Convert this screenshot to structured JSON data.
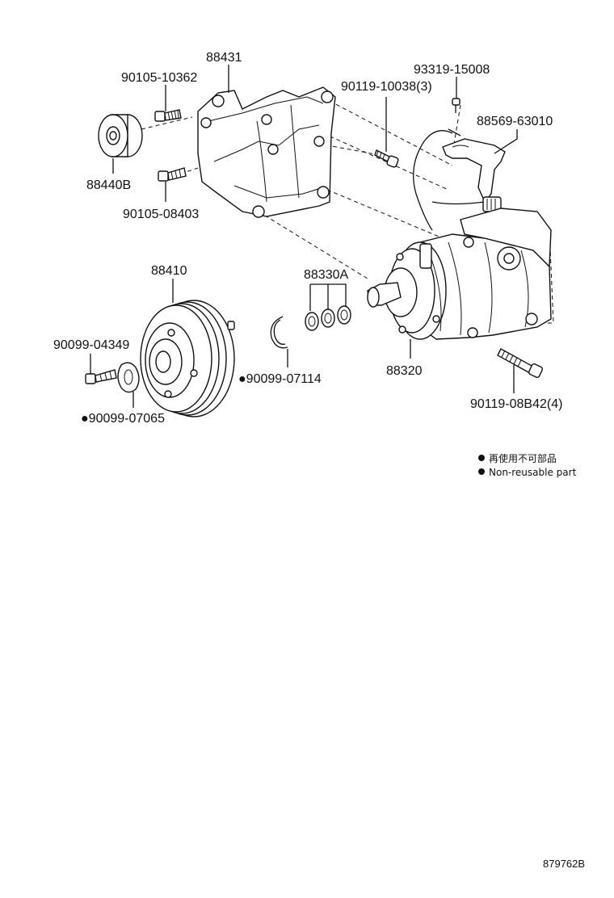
{
  "labels": {
    "p88431": "88431",
    "p90105_10362": "90105-10362",
    "p93319_15008": "93319-15008",
    "p90119_10038": "90119-10038(3)",
    "p88569_63010": "88569-63010",
    "p88440B": "88440B",
    "p90105_08403": "90105-08403",
    "p88410": "88410",
    "p88330A": "88330A",
    "p90099_04349": "90099-04349",
    "p90099_07114": "●90099-07114",
    "p88320": "88320",
    "p90099_07065": "●90099-07065",
    "p90119_08B42": "90119-08B42(4)"
  },
  "legend": {
    "jp": "再使用不可部品",
    "en": "Non-reusable part"
  },
  "diagram_code": "879762B"
}
